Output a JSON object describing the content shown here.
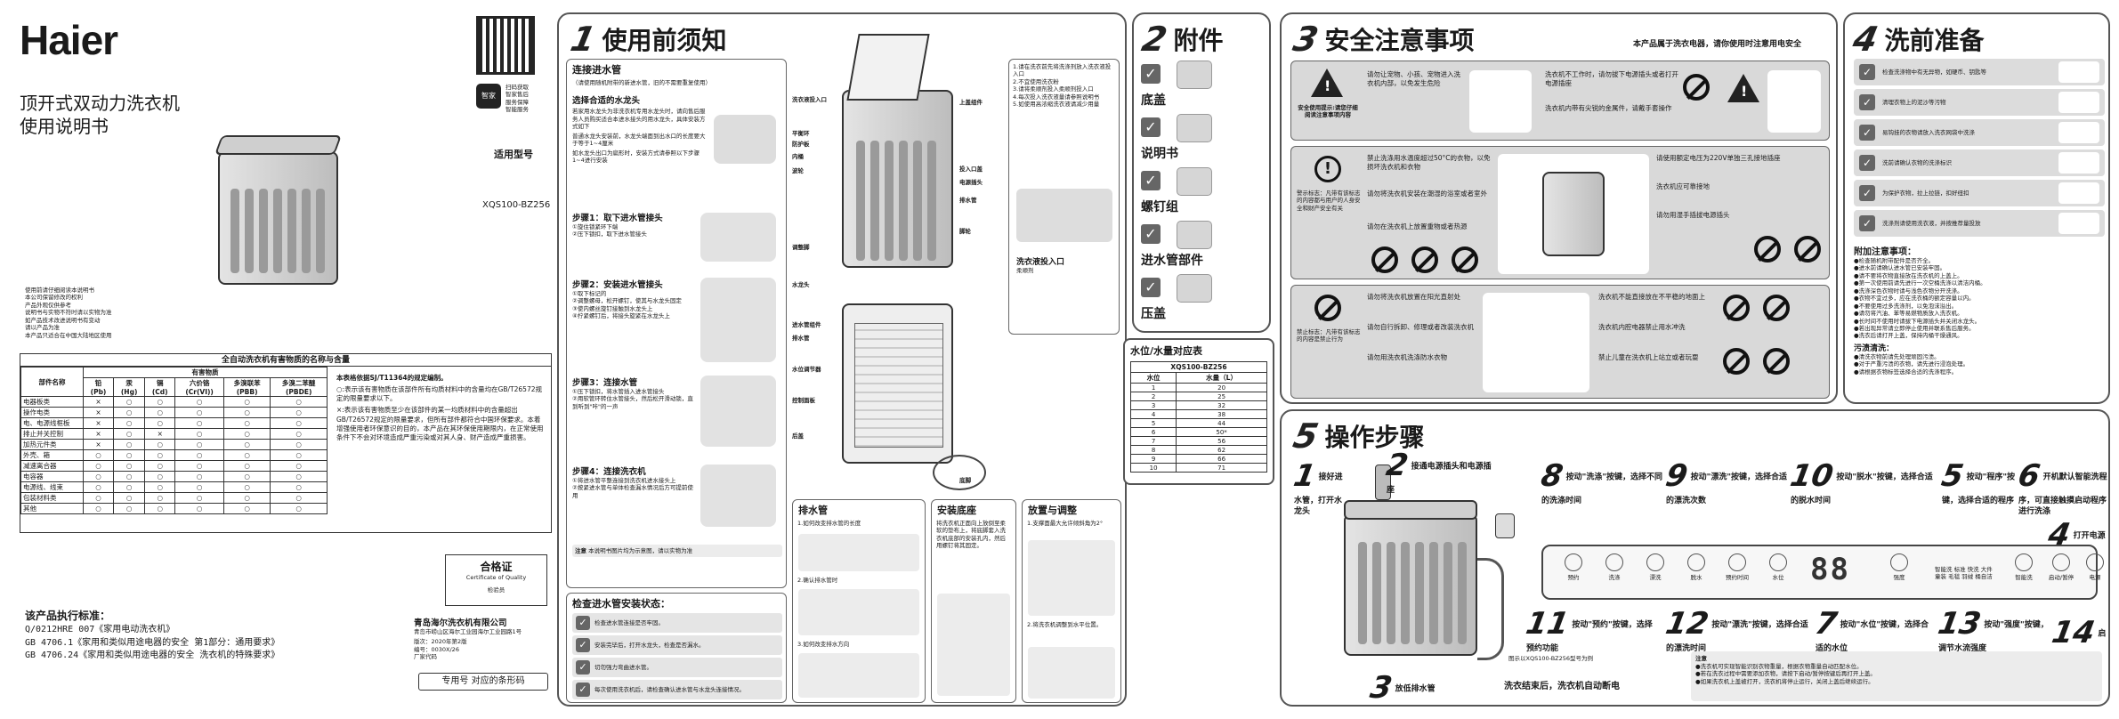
{
  "brand": "Haier",
  "cover": {
    "title_line1": "顶开式双动力洗衣机",
    "title_line2": "使用说明书",
    "model_label": "适用型号",
    "model_value": "XQS100-BZ256",
    "qr_caption": "智家",
    "qr_notes": "扫码获取\n智家售后\n服务保障\n智能服务",
    "safety_notes": "使用前请仔细阅读本说明书\n本公司保留修改的权利\n产品外观仅供参考\n说明书与实物不符时请以实物为准\n如产品技术改进说明书有变动\n请以产品为准\n本产品只适合在中国大陆地区使用",
    "hazard_title": "全自动洗衣机有害物质的名称与含量",
    "hazard_head_part": "部件名称",
    "hazard_head_sub": "有害物质",
    "hazard_cols": [
      "铅\n(Pb)",
      "汞\n(Hg)",
      "镉\n(Cd)",
      "六价铬\n(Cr(VI))",
      "多溴联苯\n(PBB)",
      "多溴二苯醚\n(PBDE)"
    ],
    "hazard_rows": [
      {
        "name": "电器板类",
        "v": [
          "×",
          "○",
          "○",
          "○",
          "○",
          "○"
        ]
      },
      {
        "name": "操作电类",
        "v": [
          "×",
          "○",
          "○",
          "○",
          "○",
          "○"
        ]
      },
      {
        "name": "电、电源线框板",
        "v": [
          "×",
          "○",
          "○",
          "○",
          "○",
          "○"
        ]
      },
      {
        "name": "排止并关控制",
        "v": [
          "×",
          "○",
          "×",
          "○",
          "○",
          "○"
        ]
      },
      {
        "name": "加热元件类",
        "v": [
          "×",
          "○",
          "○",
          "○",
          "○",
          "○"
        ]
      },
      {
        "name": "外壳、箱",
        "v": [
          "○",
          "○",
          "○",
          "○",
          "○",
          "○"
        ]
      },
      {
        "name": "减速离合器",
        "v": [
          "○",
          "○",
          "○",
          "○",
          "○",
          "○"
        ]
      },
      {
        "name": "电容器",
        "v": [
          "○",
          "○",
          "○",
          "○",
          "○",
          "○"
        ]
      },
      {
        "name": "电源线、线束",
        "v": [
          "○",
          "○",
          "○",
          "○",
          "○",
          "○"
        ]
      },
      {
        "name": "包装材料类",
        "v": [
          "○",
          "○",
          "○",
          "○",
          "○",
          "○"
        ]
      },
      {
        "name": "其他",
        "v": [
          "○",
          "○",
          "○",
          "○",
          "○",
          "○"
        ]
      }
    ],
    "hazard_note_head": "本表格依据SJ/T11364的规定编制。",
    "hazard_note_1": "○:表示该有害物质在该部件所有均质材料中的含量均在GB/T26572规定的限量要求以下。",
    "hazard_note_2": "×:表示该有害物质至少在该部件的某一均质材料中的含量超出GB/T26572规定的限量要求，但所有部件都符合中国环保要求。本着增强使用者环保意识的目的，本产品在其环保使用期限内，在正常使用条件下不会对环境造成严重污染或对其人身、财产造成严重损害。",
    "cert_title": "合格证",
    "cert_sub": "Certificate of Quality",
    "cert_inspector": "检验员",
    "standards_title": "该产品执行标准：",
    "standards": [
      "Q/0212HRE 007《家用电动洗衣机》",
      "GB 4706.1《家用和类似用途电器的安全 第1部分：通用要求》",
      "GB 4706.24《家用和类似用途电器的安全 洗衣机的特殊要求》"
    ],
    "company": "青岛海尔洗衣机有限公司",
    "company_addr": "青岛市崂山区海尔工业园海尔工业园路1号",
    "edition": "版次：2020年第2版",
    "doc_no": "编号：0030X/26",
    "factory": "厂家代码",
    "barcode_label": "专用号 对应的条形码"
  },
  "sec1": {
    "num": "1",
    "title": "使用前须知",
    "inlet_title": "连接进水管",
    "inlet_sub": "（请使用随机附带的新进水管，旧的不需要重复使用）",
    "faucet_title": "选择合适的水龙头",
    "faucet_text": "若家用水龙头为非洗衣机专用水龙头时，请向售后服务人员购买适合本进水接头的用水龙头，具体安装方式如下",
    "faucet_1": "普通水龙头安装前，水龙头端面到出水口的长度要大于等于1~4厘米",
    "faucet_2": "如水龙头出口为扁形时，安装方式请参照以下步骤1~4进行安装",
    "step1_title": "步骤1：取下进水管接头",
    "step1_a": "①旋住锁紧环下端",
    "step1_b": "②压下锁扣，取下进水管接头",
    "step2_title": "步骤2：安装进水管接头",
    "step2_a": "①取下标记的",
    "step2_b": "②调整螺母，松开螺钉，使其与水龙头固定",
    "step2_c": "③使内螺丝旋钉接触到水龙头上",
    "step2_d": "④拧紧螺钉后，将接头旋紧在水龙头上",
    "step3_title": "步骤3：连接水管",
    "step3_a": "①压下锁扣，将水管插入进水管接头",
    "step3_b": "②用软管环转住水管接头，然后松开滑动锁，直到听到\"咔\"的一声",
    "step4_title": "步骤4：连接洗衣机",
    "step4_a": "①将进水管平整连接到洗衣机进水接头上",
    "step4_b": "②按紧进水管与单体检查漏水情况后方可提前使用",
    "check_title": "检查进水管安装状态：",
    "checks": [
      "检查进水管连接是否牢固。",
      "安装完毕后，打开水龙头，检查是否漏水。",
      "切勿强力弯曲进水管。",
      "每次使用洗衣机后，请检查确认进水管与水龙头连接情况。"
    ],
    "parts": [
      "洗衣液投入口",
      "上盖组件",
      "平衡环",
      "防护板",
      "内桶",
      "波轮",
      "投入口盖",
      "电源插头",
      "排水管",
      "脚轮",
      "调整脚",
      "水龙头",
      "进水管组件",
      "排水管",
      "水位调节器",
      "控制面板",
      "后盖",
      "底脚"
    ],
    "detergent_notes": "1.请在洗衣前先将洗涤剂放入洗衣液投入口\n2.不宜使用洗衣粉\n3.请将柔顺剂投入柔顺剂投入口\n4.每次投入洗衣液量请参照说明书\n5.如使用高浓缩洗衣液请减少用量",
    "detergent_label": "洗衣液投入口",
    "detergent_label2": "柔顺剂",
    "drain_title": "排水管",
    "drain_1": "1.如何改变排水管的长度",
    "drain_2": "2.确认排水管时",
    "drain_3": "3.如何改变排水方向",
    "base_title": "安装底座",
    "base_text": "将洗衣机正面向上放倒至柔软的垫布上，将底脚套入洗衣机底部的安装孔内，然后用螺钉将其固定。",
    "level_title": "放置与调整",
    "level_1": "1.支撑面最大允许倾斜角为2°",
    "level_2": "2.将洗衣机调整到水平位置。",
    "note_label": "注意",
    "note_text": "本说明书图片均为示意图，请以实物为准"
  },
  "sec2": {
    "num": "2",
    "title": "附件",
    "items": [
      "底盖",
      "说明书",
      "螺钉组",
      "进水管部件",
      "压盖"
    ],
    "water_title": "水位/水量对应表",
    "water_model": "XQS100-BZ256",
    "water_head": [
      "水位",
      "水量（L）"
    ],
    "water_rows": [
      [
        "1",
        "20"
      ],
      [
        "2",
        "25"
      ],
      [
        "3",
        "32"
      ],
      [
        "4",
        "38"
      ],
      [
        "5",
        "44"
      ],
      [
        "6",
        "50*"
      ],
      [
        "7",
        "56"
      ],
      [
        "8",
        "62"
      ],
      [
        "9",
        "66"
      ],
      [
        "10",
        "71"
      ]
    ]
  },
  "sec3": {
    "num": "3",
    "title": "安全注意事项",
    "subtitle": "本产品属于洗衣电器，请你使用时注意用电安全",
    "warning_label": "安全使用提示:请您仔细阅读注意事项内容",
    "warn_1": "请勿让宠物、小孩、宠物进入洗衣机内部，以免发生危险",
    "warn_2": "洗衣机不工作时，请勿拔下电源插头或者打开电源插座",
    "warn_3": "洗衣机内带有尖锐的金属件，请戴手套操作",
    "caution_head": "警示标志：凡带有该标志的内容都与用户的人身安全和财产安全有关",
    "caution_1": "禁止洗涤用水温度超过50°C的衣物，以免损坏洗衣机和衣物",
    "caution_2": "请勿将洗衣机安装在潮湿的浴室或者室外",
    "caution_3": "请勿在洗衣机上放置重物或者热源",
    "power_1": "请使用额定电压为220V单独三孔接地插座",
    "power_2": "洗衣机应可靠接地",
    "power_3": "请勿用湿手插拔电源插头",
    "forbid_head": "禁止标志：凡带有该标志的内容是禁止行为",
    "forbid_1": "请勿将洗衣机放置在阳光直射处",
    "forbid_2": "请勿自行拆卸、修理或者改装洗衣机",
    "forbid_3": "请勿用洗衣机洗涤防水衣物",
    "forbid_4": "洗衣机不能直接放在不平稳的地面上",
    "forbid_5": "洗衣机内腔电器禁止用水冲洗",
    "forbid_6": "禁止儿童在洗衣机上站立或者玩耍"
  },
  "sec4": {
    "num": "4",
    "title": "洗前准备",
    "items": [
      "检查洗涤物中有无异物，如硬币、钥匙等",
      "清理衣物上的泥沙等污物",
      "易钩挂的衣物请放入洗衣网袋中洗涤",
      "洗前请确认衣物的洗涤标识",
      "为保护衣物，拉上拉链，扣好纽扣",
      "洗涤剂请使用洗衣液，并按推荐量投放"
    ],
    "notes_title": "附加注意事项：",
    "notes": "●检查随机附带配件是否齐全。\n●进水前请确认进水管已安装牢固。\n●请不要将衣物直接放在洗衣机的上盖上。\n●第一次使用前请先进行一次空桶洗涤以清洁内桶。\n●洗涤深色衣物时请与浅色衣物分开洗涤。\n●衣物不宜过多，应在洗衣桶的额定容量以内。\n●不要使用过多洗涤剂，以免泡沫溢出。\n●请勿将汽油、苯等易燃物质放入洗衣机。\n●长时间不使用时请拔下电源插头并关闭水龙头。\n●若出现异常请立即停止使用并联系售后服务。\n●洗衣后请打开上盖，保持内桶干燥通风。",
    "warn_title": "污渍清洗：",
    "warn_text": "●清洗衣物前请先处理顽固污渍。\n●对于严重污渍的衣物，请先进行浸泡处理。\n●请根据衣物标签选择合适的洗涤程序。"
  },
  "sec5": {
    "num": "5",
    "title": "操作步骤",
    "steps": [
      {
        "n": "1",
        "text": "接好进水管，打开水龙头"
      },
      {
        "n": "2",
        "text": "接通电源插头和电源插座"
      },
      {
        "n": "3",
        "text": "放低排水管"
      },
      {
        "n": "4",
        "text": "打开电源开关"
      },
      {
        "n": "5",
        "text": "按动\"程序\"按键，选择合适的程序"
      },
      {
        "n": "6",
        "text": "开机默认智能洗程序，可直接触摸启动程序进行洗涤"
      },
      {
        "n": "7",
        "text": "按动\"水位\"按键，选择合适的水位"
      },
      {
        "n": "8",
        "text": "按动\"洗涤\"按键，选择不同的洗涤时间"
      },
      {
        "n": "9",
        "text": "按动\"漂洗\"按键，选择合适的漂洗次数"
      },
      {
        "n": "10",
        "text": "按动\"脱水\"按键，选择合适的脱水时间"
      },
      {
        "n": "11",
        "text": "按动\"预约\"按键，选择预约功能"
      },
      {
        "n": "12",
        "text": "按动\"漂洗\"按键，选择合适的漂洗时间"
      },
      {
        "n": "13",
        "text": "按动\"强度\"按键，调节水流强度"
      },
      {
        "n": "14",
        "text": "启动程序"
      }
    ],
    "panel_labels": [
      "预约",
      "洗涤",
      "漂洗",
      "脱水",
      "预约时间",
      "水位",
      "强度",
      "智能洗",
      "启动/暂停",
      "电源"
    ],
    "panel_display": "88",
    "panel_programs": "智能洗 标准 快洗 大件 童装 毛毯 羽绒 桶自洁",
    "end_text": "洗衣结束后，洗衣机自动断电",
    "footer_note": "●洗衣机可实现智能识别衣物重量，根据衣物重量自动匹配水位。\n●若在洗衣过程中需要添加衣物，请按下启动/暂停按键后再打开上盖。\n●如果洗衣机上盖被打开，洗衣机将停止运行，关闭上盖后继续运行。",
    "footer_label": "注意",
    "model_tag": "图示以XQS100-BZ256型号为例"
  }
}
